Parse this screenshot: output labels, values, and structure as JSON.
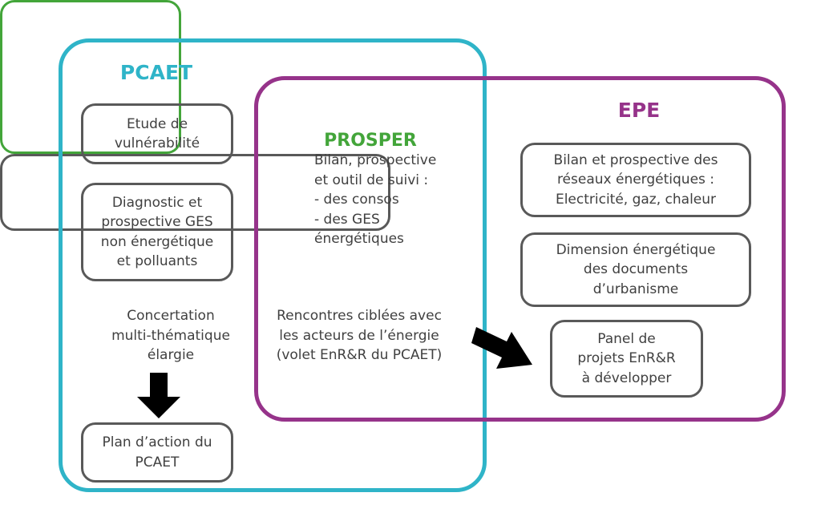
{
  "pcaet": {
    "title": "PCAET",
    "vulnerabilite": "Etude de\nvulnérabilité",
    "diagnostic": "Diagnostic et\nprospective GES\nnon énergétique\net polluants",
    "concertation": "Concertation\nmulti-thématique\nélargie",
    "plan_action": "Plan d’action du\nPCAET"
  },
  "prosper": {
    "title": "PROSPER",
    "text": "Bilan, prospective\net outil de suivi :\n- des consos\n- des GES\nénergétiques"
  },
  "shared": {
    "rencontres": "Rencontres ciblées avec\nles acteurs de l’énergie\n(volet EnR&R du PCAET)"
  },
  "epe": {
    "title": "EPE",
    "reseaux": "Bilan et prospective des\nréseaux énergétiques :\nElectricité, gaz, chaleur",
    "urbanisme": "Dimension énergétique\ndes documents\nd’urbanisme",
    "panel": "Panel de\nprojets EnR&R\nà développer"
  },
  "colors": {
    "pcaet": "#2fb4c8",
    "epe": "#96338a",
    "prosper": "#43a53a",
    "box_border": "#595959",
    "arrow": "#000000"
  }
}
